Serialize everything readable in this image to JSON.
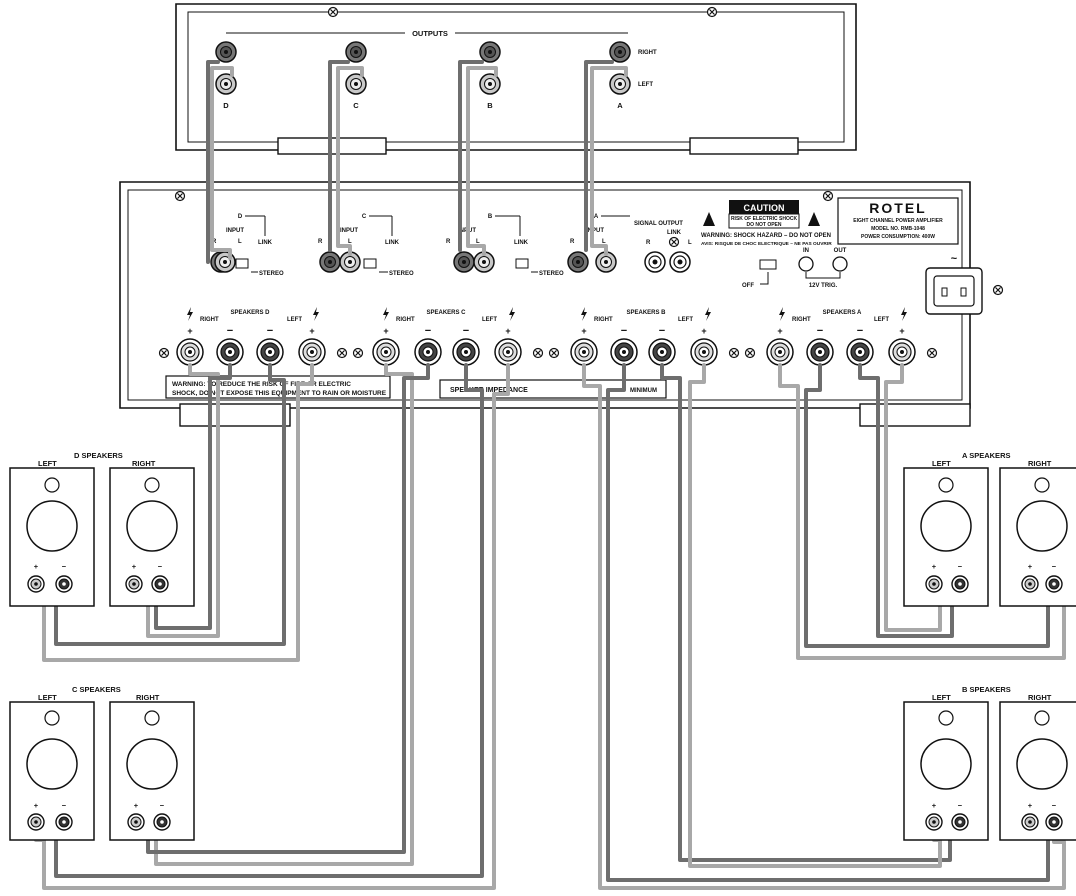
{
  "preamp": {
    "outputs_label": "OUTPUTS",
    "right_label": "RIGHT",
    "left_label": "LEFT",
    "channels": [
      "D",
      "C",
      "B",
      "A"
    ]
  },
  "amp": {
    "input_label": "INPUT",
    "r_label": "R",
    "l_label": "L",
    "link_label": "LINK",
    "stereo_label": "STEREO",
    "signal_output_label": "SIGNAL OUTPUT",
    "signal_output_link_label": "LINK",
    "trigger_in": "IN",
    "trigger_out": "OUT",
    "trigger_off": "OFF",
    "trigger_label": "12V TRIG.",
    "caution": {
      "title": "CAUTION",
      "line1": "RISK OF ELECTRIC SHOCK",
      "line2": "DO NOT OPEN",
      "warning": "WARNING: SHOCK HAZARD – DO NOT OPEN",
      "avis": "AVIS: RISQUE DE CHOC ELECTRIQUE – NE PAS OUVRIR"
    },
    "brand": {
      "name": "ROTEL",
      "line1": "EIGHT CHANNEL POWER AMPLIFIER",
      "line2": "MODEL NO. RMB-1048",
      "line3": "POWER CONSUMPTION: 400W"
    },
    "power_symbol": "~",
    "speaker_groups": [
      {
        "label": "SPEAKERS D"
      },
      {
        "label": "SPEAKERS C"
      },
      {
        "label": "SPEAKERS B"
      },
      {
        "label": "SPEAKERS A"
      }
    ],
    "speaker_right": "RIGHT",
    "speaker_left": "LEFT",
    "plus": "+",
    "minus": "−",
    "warning_line1": "WARNING: TO REDUCE THE RISK OF FIRE OR ELECTRIC",
    "warning_line2": "SHOCK, DO NOT EXPOSE THIS EQUIPMENT TO RAIN OR MOISTURE",
    "impedance_text": "SPEAKER IMPEDANCE",
    "impedance_suffix": "MINIMUM"
  },
  "speakers": {
    "groups": [
      {
        "title": "D SPEAKERS",
        "left": "LEFT",
        "right": "RIGHT"
      },
      {
        "title": "C SPEAKERS",
        "left": "LEFT",
        "right": "RIGHT"
      },
      {
        "title": "A SPEAKERS",
        "left": "LEFT",
        "right": "RIGHT"
      },
      {
        "title": "B SPEAKERS",
        "left": "LEFT",
        "right": "RIGHT"
      }
    ],
    "plus": "+",
    "minus": "−"
  },
  "colors": {
    "cable_dark": "#6e6e6e",
    "cable_light": "#a8a8a8",
    "outline": "#111111"
  }
}
